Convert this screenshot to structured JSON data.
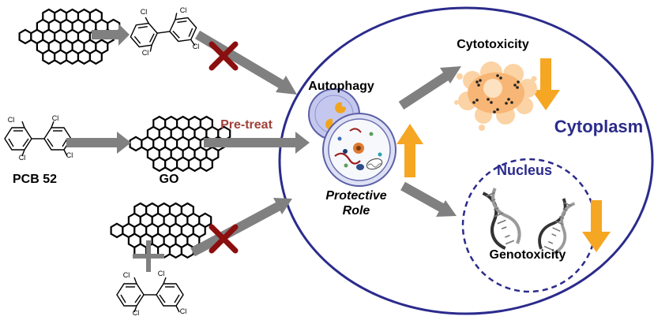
{
  "labels": {
    "pcb52": "PCB 52",
    "go": "GO",
    "pretreat": "Pre-treat",
    "autophagy": "Autophagy",
    "protective_line1": "Protective",
    "protective_line2": "Role",
    "cytotoxicity": "Cytotoxicity",
    "cytoplasm": "Cytoplasm",
    "nucleus": "Nucleus",
    "genotoxicity": "Genotoxicity"
  },
  "chem": {
    "substituent": "Cl"
  },
  "colors": {
    "cell_outline": "#2b2b8c",
    "nucleus_outline": "#2b2b8c",
    "cytoplasm_text": "#2b2b8c",
    "nucleus_text": "#2b2b8c",
    "pretreat_text": "#a0403a",
    "grey_arrow": "#7f7f7f",
    "orange_arrow": "#f5a623",
    "cross": "#8b0f0f",
    "autophagosome_fill": "#c5c8ee",
    "autophagosome_outline": "#5a5fa6",
    "lysosome_fill": "#f4f7fb",
    "blob_fill": "#fbd3a4"
  },
  "icons": [
    "graphene-oxide-icon",
    "pcb52-molecule-icon",
    "blocked-cross-icon",
    "autophagosome-icon",
    "autolysosome-icon",
    "cytotoxicity-cell-icon",
    "dna-helix-icon",
    "up-arrow-icon",
    "down-arrow-icon"
  ]
}
